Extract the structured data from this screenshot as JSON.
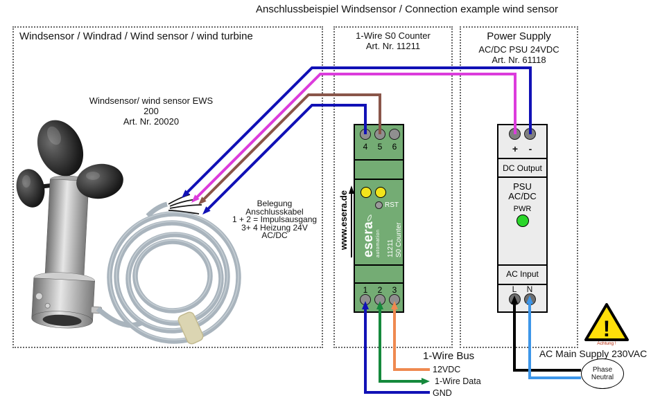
{
  "title": "Anschlussbeispiel Windsensor / Connection example wind sensor",
  "sensor_box": {
    "title": "Windsensor / Windrad / Wind sensor / wind turbine",
    "product": {
      "line1": "Windsensor/ wind sensor EWS 200",
      "line2": "Art. Nr. 20020"
    },
    "cable_note": {
      "line1": "Belegung Anschlusskabel",
      "line2": "1 + 2 = Impulsausgang",
      "line3": "3+ 4 Heizung 24V AC/DC"
    }
  },
  "counter_box": {
    "title": "1-Wire S0 Counter",
    "subtitle": "Art. Nr. 11211",
    "website": "www.esera.de",
    "module": {
      "top_terminals": [
        "4",
        "5",
        "6"
      ],
      "bottom_terminals": [
        "1",
        "2",
        "3"
      ],
      "rst": "RST",
      "brand": "esera",
      "brand_sub": "automation",
      "model": "11211",
      "model_name": "S0 Counter"
    }
  },
  "psu_box": {
    "title": "Power Supply",
    "subtitle1": "AC/DC PSU 24VDC",
    "subtitle2": "Art. Nr. 61118",
    "module": {
      "plus": "+",
      "minus": "-",
      "dc_output": "DC Output",
      "type1": "PSU",
      "type2": "AC/DC",
      "pwr": "PWR",
      "ac_input": "AC Input",
      "line": "L",
      "neutral": "N"
    }
  },
  "bus_legend": {
    "title": "1-Wire Bus",
    "items": [
      {
        "label": "12VDC",
        "color": "#ef8950"
      },
      {
        "label": "1-Wire Data",
        "color": "#15893c"
      },
      {
        "label": "GND",
        "color": "#1111b6"
      }
    ]
  },
  "mains": {
    "warning": "Achtung !",
    "exclamation": "!",
    "label": "AC Main Supply 230VAC",
    "phase": "Phase",
    "neutral": "Neutral",
    "phase_color": "#000000",
    "neutral_color": "#3d96e9",
    "warning_yellow": "#ffdf0a"
  },
  "wires": {
    "heat_blue": "#1111b6",
    "heat_magenta": "#dc3cdc",
    "impulse_brown": "#8a564a",
    "impulse_blue": "#1111b6",
    "gnd_blue": "#1111b6",
    "data_green": "#15893c",
    "v12_orange": "#ef8950"
  },
  "module_colors": {
    "counter_green": "#74ac74",
    "psu_gray": "#ececec",
    "led_yellow": "#f2e41c",
    "led_green": "#2ad62a"
  }
}
